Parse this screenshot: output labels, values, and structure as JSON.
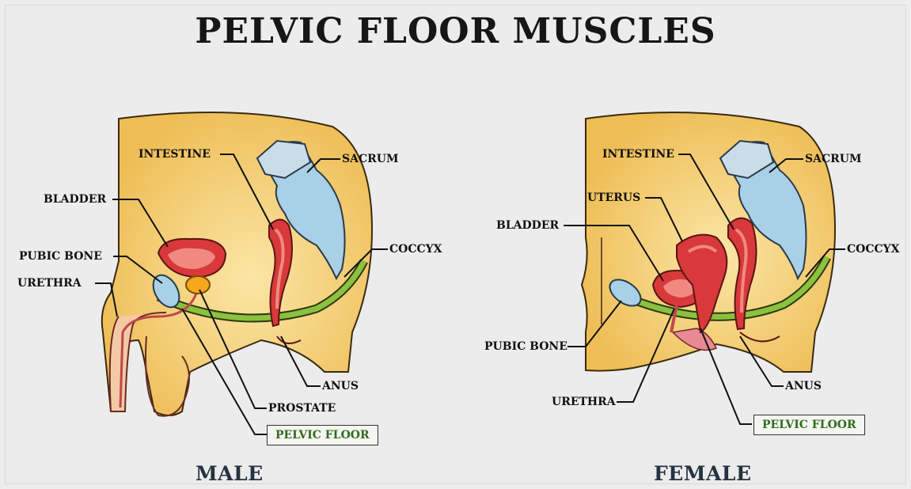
{
  "title": "PELVIC FLOOR MUSCLES",
  "male": {
    "caption": "MALE",
    "labels": {
      "intestine": "INTESTINE",
      "sacrum": "SACRUM",
      "bladder": "BLADDER",
      "pubic_bone": "PUBIC BONE",
      "coccyx": "COCCYX",
      "urethra": "URETHRA",
      "anus": "ANUS",
      "prostate": "PROSTATE",
      "pelvic_floor": "PELVIC FLOOR"
    }
  },
  "female": {
    "caption": "FEMALE",
    "labels": {
      "intestine": "INTESTINE",
      "sacrum": "SACRUM",
      "uterus": "UTERUS",
      "bladder": "BLADDER",
      "coccyx": "COCCYX",
      "pubic_bone": "PUBIC BONE",
      "anus": "ANUS",
      "urethra": "URETHRA",
      "pelvic_floor": "PELVIC FLOOR"
    }
  },
  "colors": {
    "skin": "#f0c567",
    "organ": "#d9393a",
    "organ_inner": "#f08a80",
    "bone": "#a8d0e6",
    "muscle": "#7fb23a",
    "prostate": "#f4a81c",
    "pelvic_floor_text": "#2f6b1f"
  }
}
